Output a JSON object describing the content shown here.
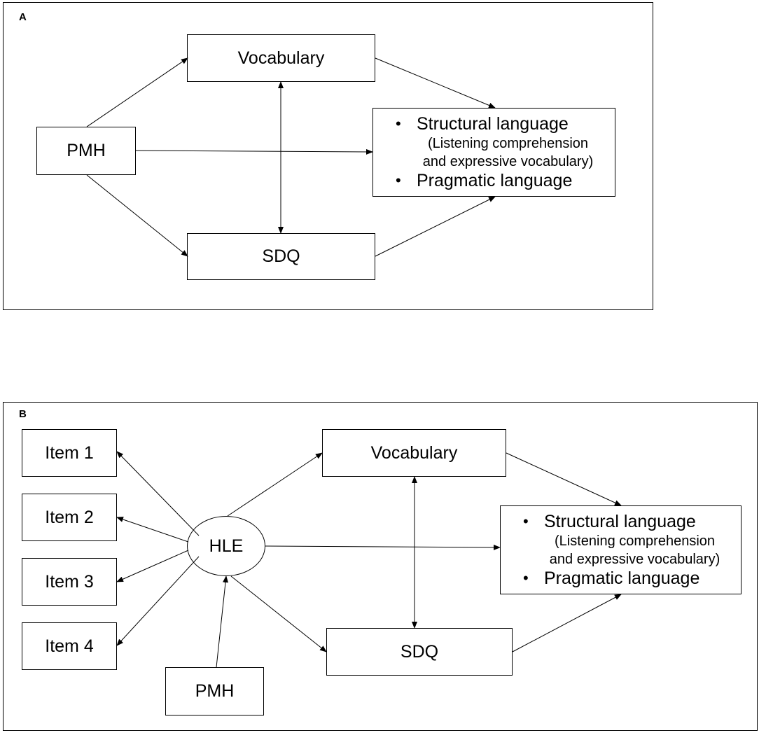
{
  "panel_a": {
    "label": "A",
    "vocabulary": "Vocabulary",
    "pmh": "PMH",
    "sdq": "SDQ",
    "outcome": {
      "bullet1": "Structural language",
      "sub1": "(Listening comprehension",
      "sub2": "and expressive vocabulary)",
      "bullet2": "Pragmatic language"
    }
  },
  "panel_b": {
    "label": "B",
    "items": [
      "Item 1",
      "Item 2",
      "Item 3",
      "Item 4"
    ],
    "hle": "HLE",
    "pmh": "PMH",
    "vocabulary": "Vocabulary",
    "sdq": "SDQ",
    "outcome": {
      "bullet1": "Structural language",
      "sub1": "(Listening comprehension",
      "sub2": "and expressive vocabulary)",
      "bullet2": "Pragmatic language"
    }
  },
  "bullet_glyph": "•"
}
